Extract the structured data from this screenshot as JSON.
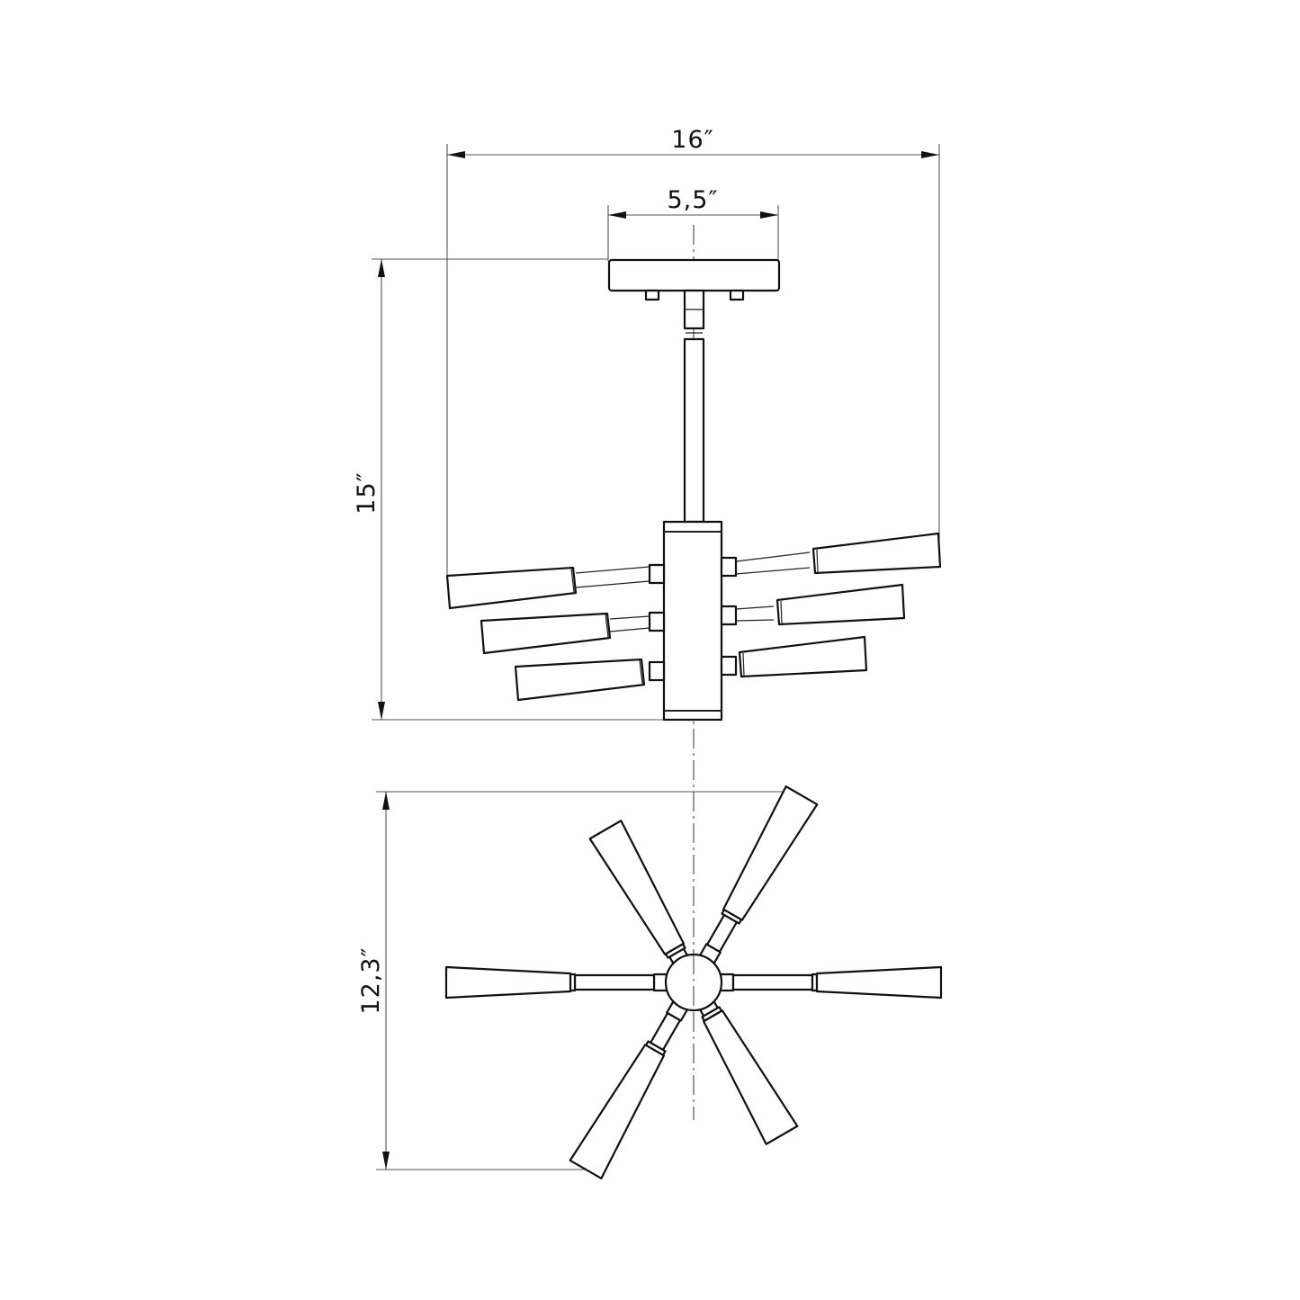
{
  "drawing": {
    "title": "Pendant light fixture dimension drawing",
    "views": [
      "side-elevation",
      "top-plan"
    ],
    "line_color": "#111111",
    "background": "#ffffff"
  },
  "dimensions": {
    "overall_width": "16″",
    "canopy_width": "5,5″",
    "overall_height": "15″",
    "plan_depth": "12,3″"
  },
  "side_view": {
    "shade_count_left": 3,
    "shade_count_right": 3
  },
  "plan_view": {
    "arm_count": 6
  }
}
